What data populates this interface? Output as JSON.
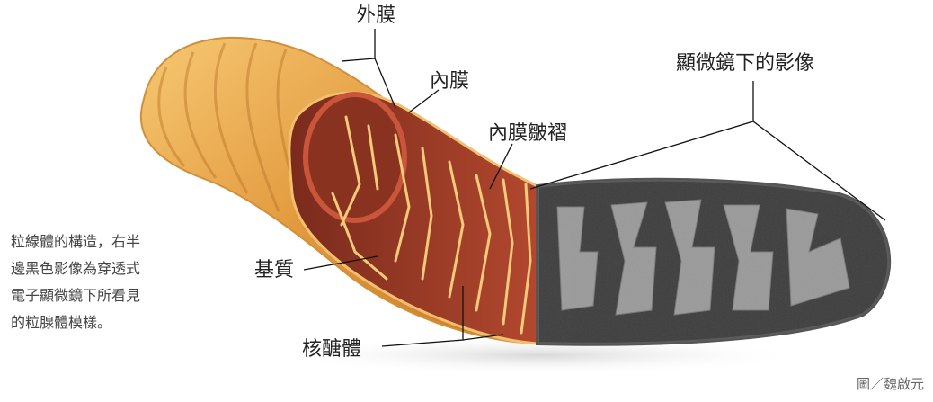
{
  "labels": {
    "outer_membrane": "外膜",
    "inner_membrane": "內膜",
    "cristae": "內膜皺褶",
    "matrix": "基質",
    "ribosome": "核醣體",
    "em_image": "顯微鏡下的影像"
  },
  "caption": {
    "lines": [
      "粒線體的構造，右半",
      "邊黑色影像為穿透式",
      "電子顯微鏡下所看見",
      "的粒腺體模樣。"
    ]
  },
  "credit": "圖／魏啟元",
  "colors": {
    "outer_membrane": "#e9a74a",
    "interior": "#a8442c",
    "cristae_highlight": "#f3c97a",
    "em_dark": "#3a3a3a",
    "em_light": "#9a9a9a"
  }
}
